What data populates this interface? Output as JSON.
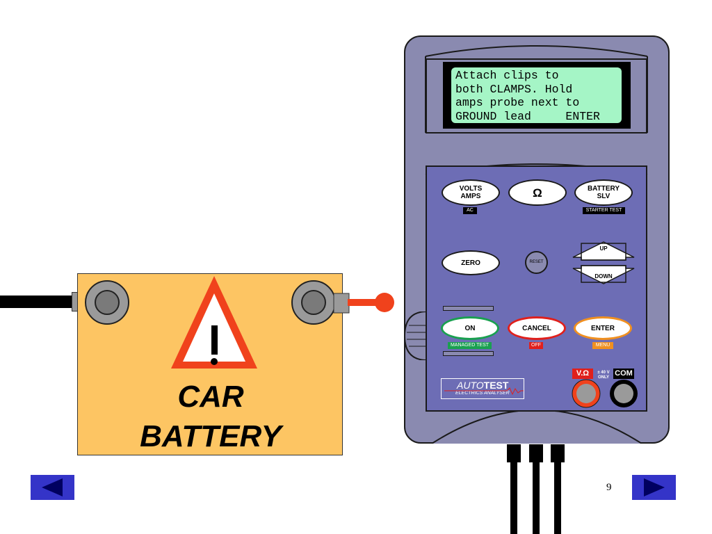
{
  "battery": {
    "line1": "CAR",
    "line2": "BATTERY",
    "warning_symbol": "!"
  },
  "display": {
    "text": "Attach clips to\nboth CLAMPS. Hold\namps probe next to\nGROUND lead     ENTER"
  },
  "buttons": {
    "volts_amps": "VOLTS\nAMPS",
    "volts_amps_sub": "AC",
    "ohm": "Ω",
    "battery_slv": "BATTERY\nSLV",
    "battery_slv_sub": "STARTER TEST",
    "zero": "ZERO",
    "reset": "RESET",
    "up": "UP",
    "down": "DOWN",
    "on": "ON",
    "on_sub": "MANAGED TEST",
    "cancel": "CANCEL",
    "cancel_sub": "OFF",
    "enter": "ENTER",
    "enter_sub": "MENU"
  },
  "brand": {
    "name_italic": "AUTO",
    "name_bold": "TEST",
    "tagline": "ELECTRICS ANALYSER"
  },
  "jacks": {
    "v_ohm": "V.Ω",
    "limit_line1": "± 40 V",
    "limit_line2": "ONLY",
    "com": "COM"
  },
  "navigation": {
    "page_number": "9"
  },
  "colors": {
    "battery_body": "#fdc563",
    "warning_red": "#f0421c",
    "meter_body": "#8a8ab0",
    "keypad": "#6d6db5",
    "lcd": "#a5f5c6",
    "nav_button": "#3434c8",
    "on_ring": "#1aa050",
    "cancel_ring": "#e0201c",
    "enter_ring": "#f09020"
  }
}
